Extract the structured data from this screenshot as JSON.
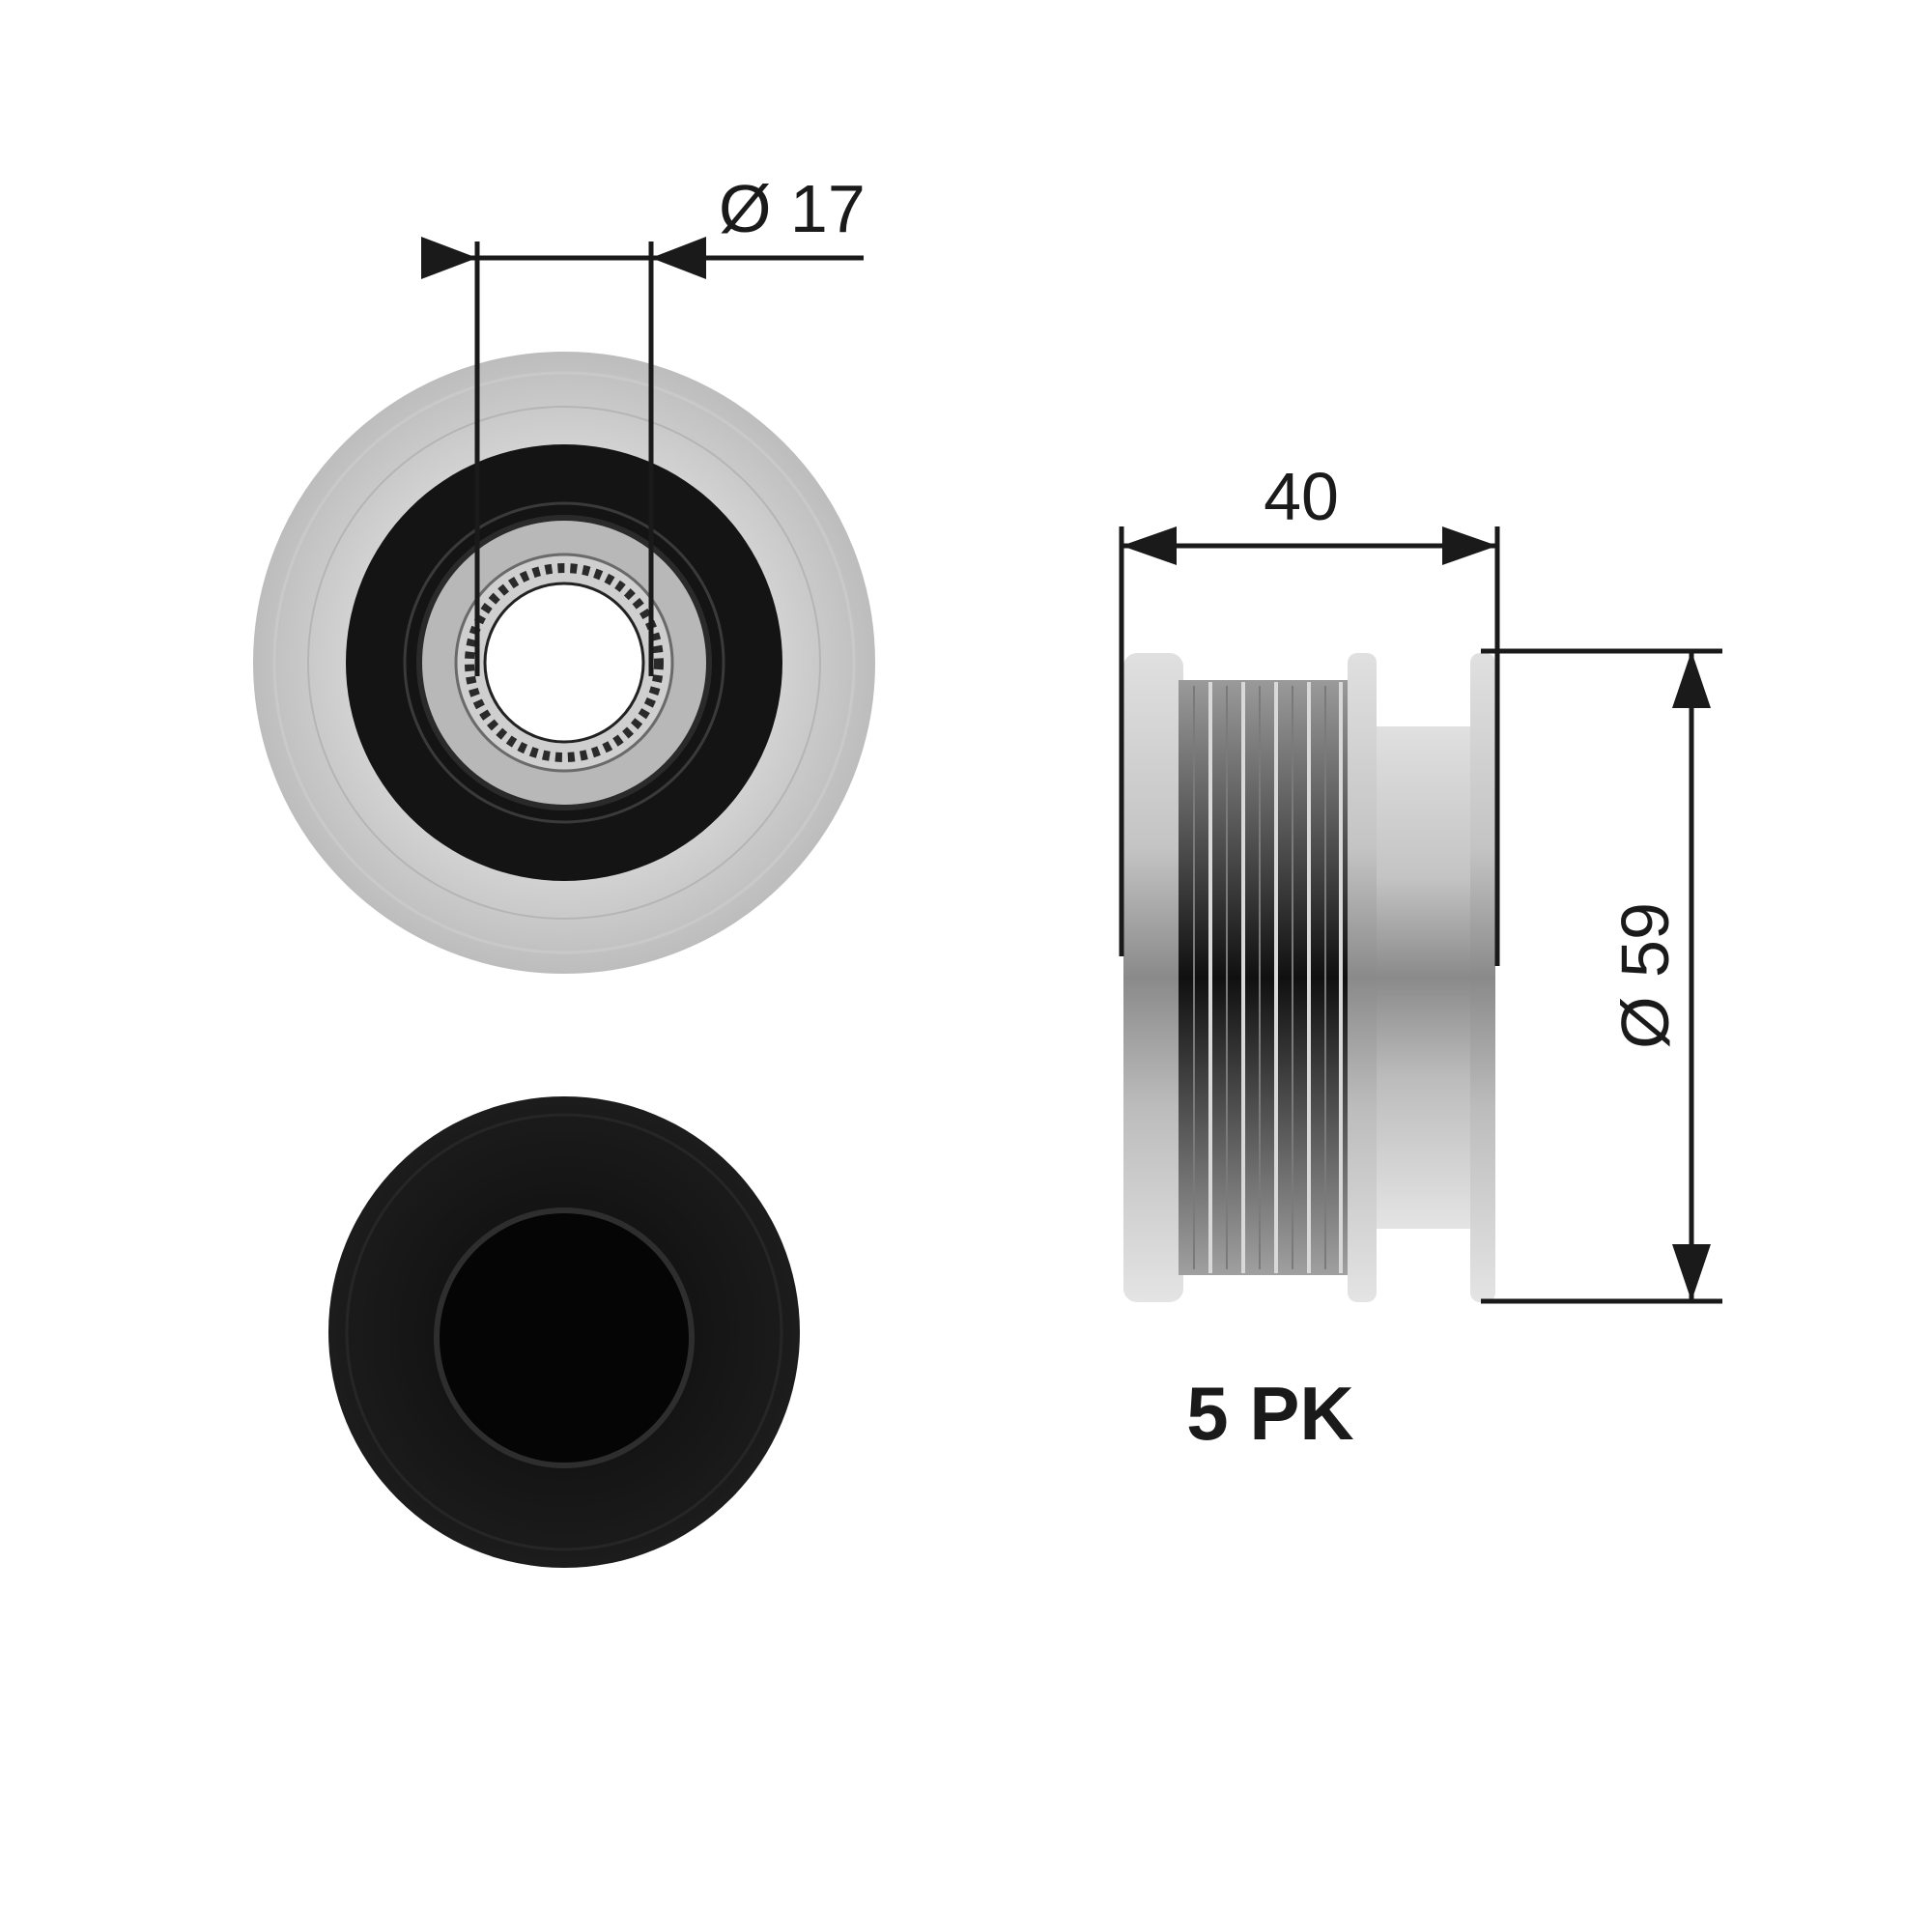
{
  "diagram": {
    "title": "Overrunning alternator pulley technical drawing",
    "dimensions": {
      "bore_diameter": "Ø 17",
      "width": "40",
      "outer_diameter": "Ø 59"
    },
    "profile_label": "5 PK",
    "views": [
      "front-view",
      "cap-view",
      "side-view"
    ]
  },
  "colors": {
    "background": "#ffffff",
    "line": "#1a1a1a",
    "metal_light": "#d8d8d8",
    "metal_mid": "#a8a8a8",
    "rubber_black": "#141414"
  }
}
